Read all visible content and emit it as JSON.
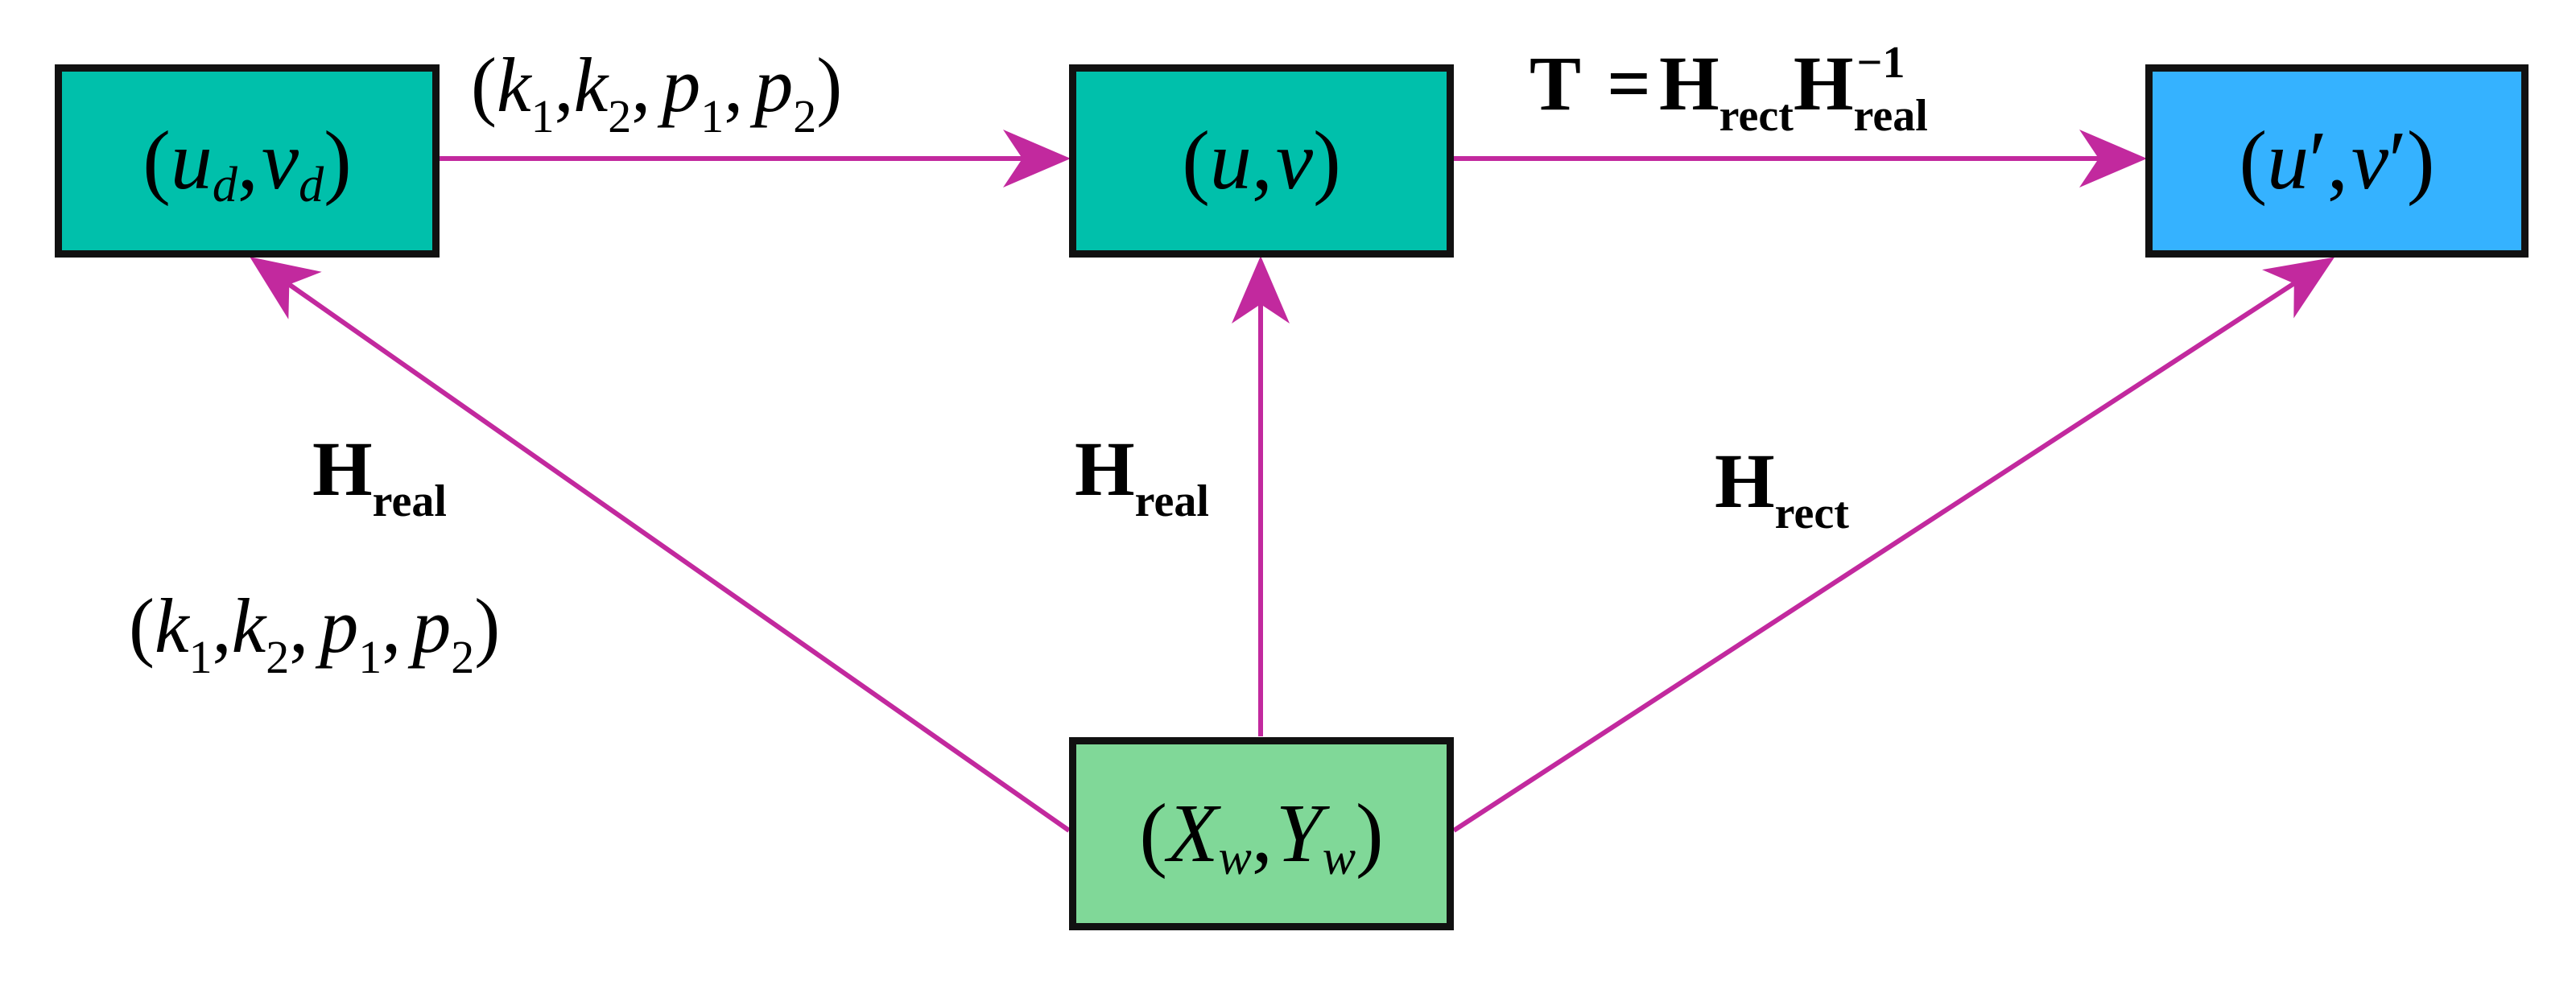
{
  "colors": {
    "arrow": "#c2299e",
    "teal_box": "#00c0ab",
    "blue_box": "#35b2ff",
    "green_box": "#80d898",
    "border": "#111111"
  },
  "nodes": {
    "distorted": {
      "open": "(",
      "v1": "u",
      "s1": "d",
      "sep": ",",
      "v2": "v",
      "s2": "d",
      "close": ")"
    },
    "undistorted": {
      "open": "(",
      "v1": "u",
      "sep": ",",
      "v2": "v",
      "close": ")"
    },
    "rectified": {
      "open": "(",
      "v1": "u",
      "p1": "′",
      "sep": ",",
      "v2": "v",
      "p2": "′",
      "close": ")"
    },
    "world": {
      "open": "(",
      "v1": "X",
      "s1": "w",
      "sep": ",",
      "v2": "Y",
      "s2": "w",
      "close": ")"
    }
  },
  "labels": {
    "top_left_params": {
      "open": "(",
      "k": "k",
      "k1": "1",
      "k2": "2",
      "p": "p",
      "p1": "1",
      "p2": "2",
      "sep": ",",
      "close": ")"
    },
    "transform": {
      "T": "T",
      "eq": "=",
      "H": "H",
      "rect": "rect",
      "real": "real",
      "inv": "−1"
    },
    "h_real_left": {
      "H": "H",
      "sub": "real"
    },
    "h_real_mid": {
      "H": "H",
      "sub": "real"
    },
    "h_rect_right": {
      "H": "H",
      "sub": "rect"
    },
    "bottom_left_params": {
      "open": "(",
      "k": "k",
      "k1": "1",
      "k2": "2",
      "p": "p",
      "p1": "1",
      "p2": "2",
      "sep": ",",
      "close": ")"
    }
  }
}
